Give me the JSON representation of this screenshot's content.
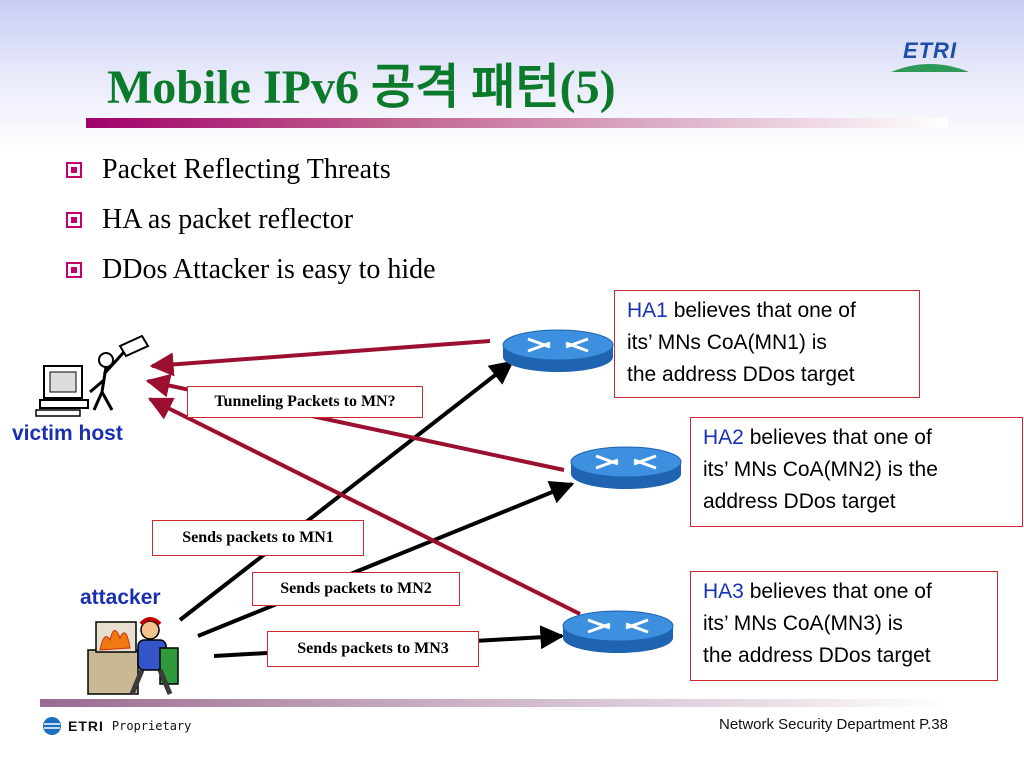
{
  "title": "Mobile IPv6 공격 패턴(5)",
  "logo": {
    "text": "ETRI"
  },
  "bullets": [
    "Packet Reflecting Threats",
    "HA as packet reflector",
    "DDos Attacker is easy to hide"
  ],
  "nodes": {
    "victim_label": "victim host",
    "attacker_label": "attacker"
  },
  "labels": {
    "tunneling": "Tunneling Packets to MN?",
    "mn1": "Sends packets to MN1",
    "mn2": "Sends packets to MN2",
    "mn3": "Sends packets to MN3"
  },
  "info_boxes": [
    {
      "ha": "HA1",
      "line1": " believes that one of",
      "line2": "its’ MNs CoA(MN1) is",
      "line3": "the address DDos target"
    },
    {
      "ha": "HA2",
      "line1": " believes that one of",
      "line2": "its’ MNs CoA(MN2) is the",
      "line3": "address DDos target"
    },
    {
      "ha": "HA3",
      "line1": " believes that one of",
      "line2": "its’ MNs CoA(MN3) is",
      "line3": "the address DDos target"
    }
  ],
  "footer": {
    "company": "ETRI",
    "proprietary": "Proprietary",
    "department": "Network Security Department  P.38"
  },
  "colors": {
    "title": "#0b7a2a",
    "accent": "#c2006e",
    "reflect_arrow": "#9b1030",
    "send_arrow": "#000000",
    "router": "#2b7fd0",
    "label_text": "#1a30b0"
  }
}
